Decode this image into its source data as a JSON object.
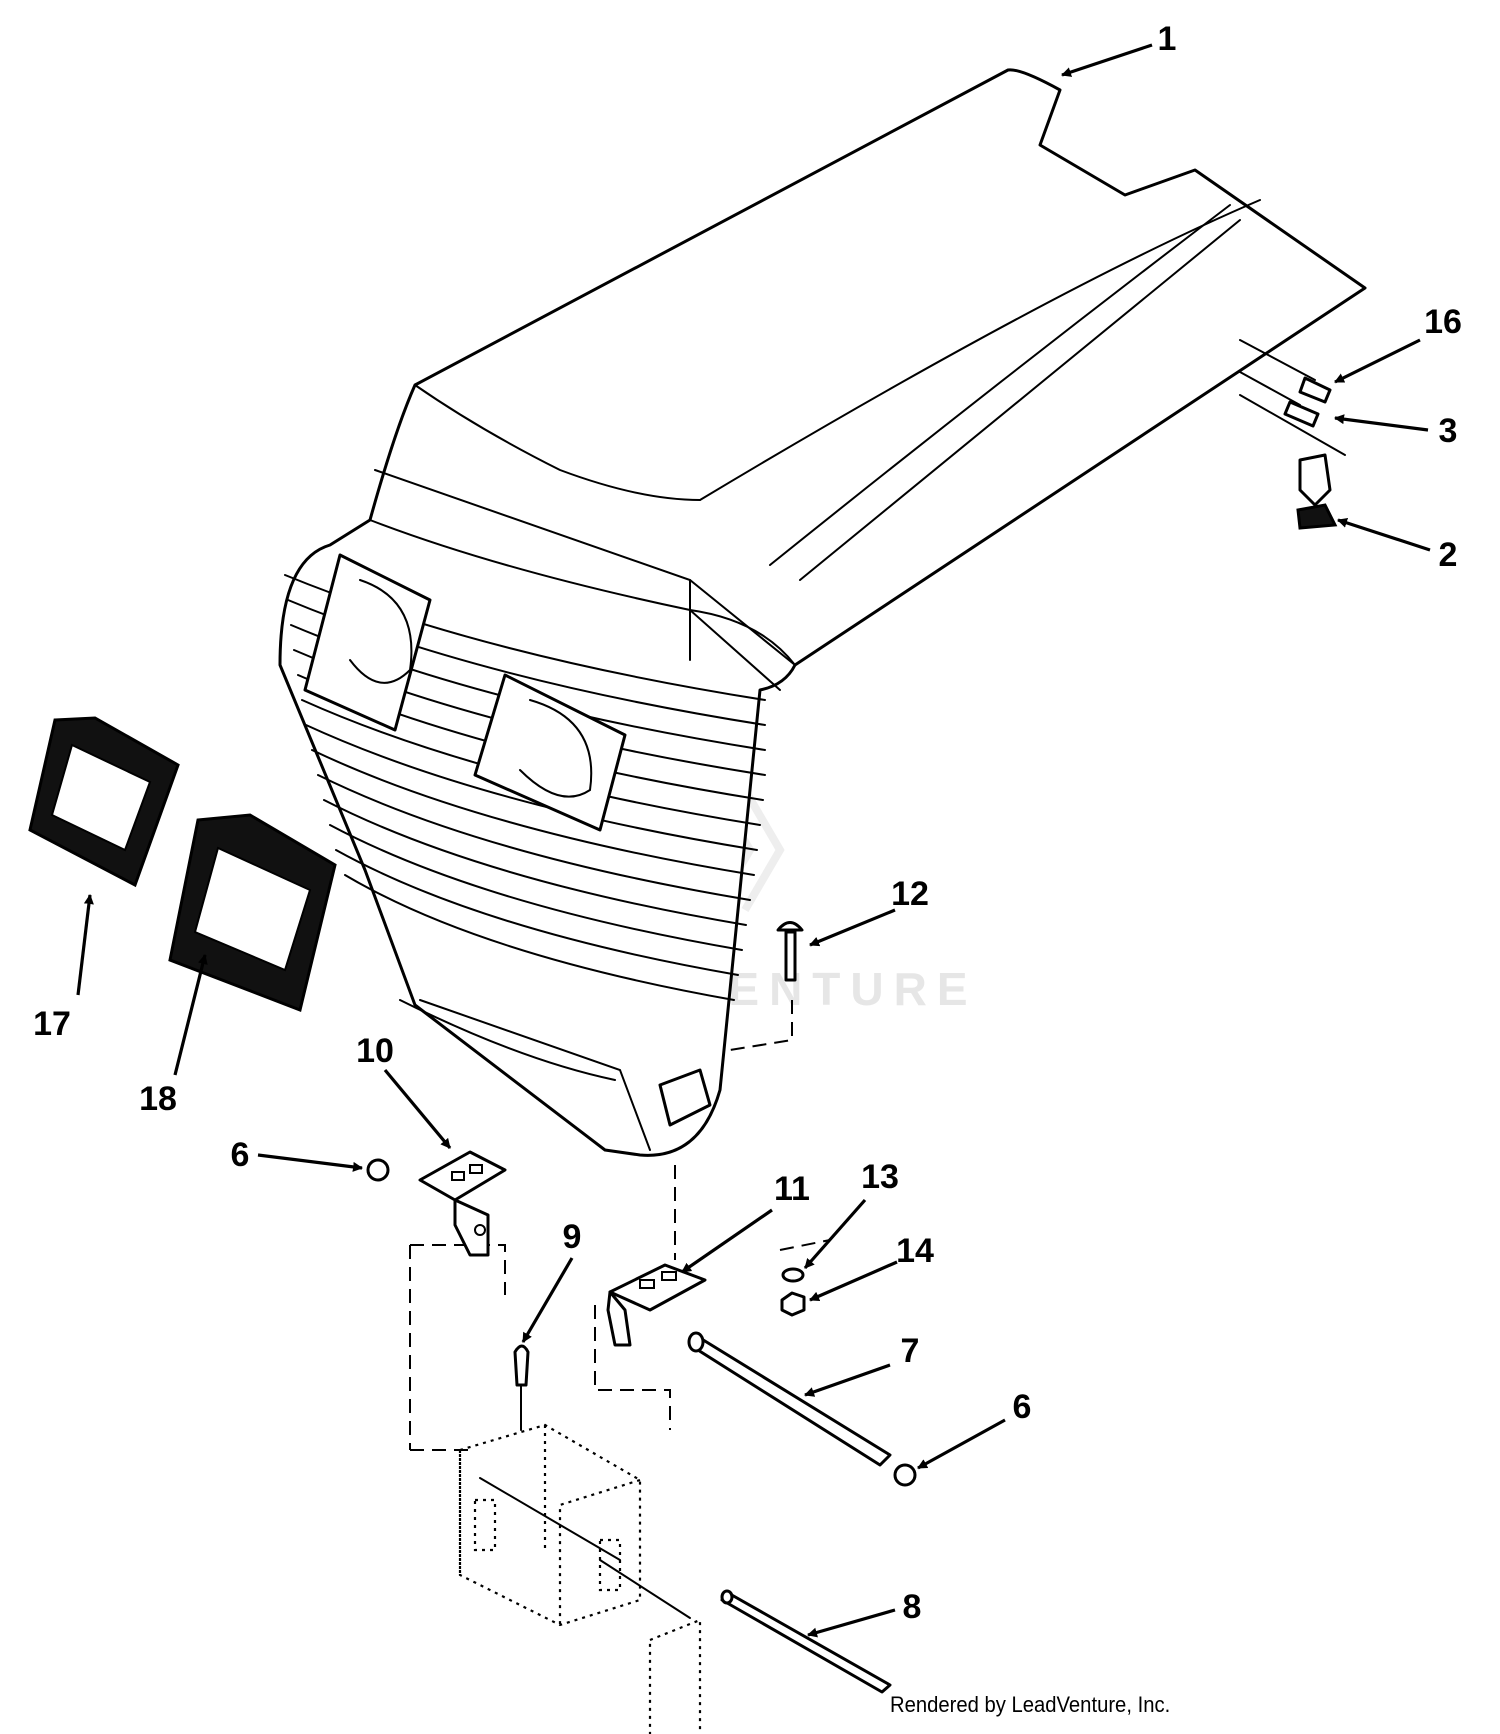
{
  "diagram": {
    "watermark": "LEADVENTURE",
    "credit": "Rendered by LeadVenture, Inc.",
    "callouts": {
      "c1": "1",
      "c2": "2",
      "c3": "3",
      "c6a": "6",
      "c6b": "6",
      "c7": "7",
      "c8": "8",
      "c9": "9",
      "c10": "10",
      "c11": "11",
      "c12": "12",
      "c13": "13",
      "c14": "14",
      "c16": "16",
      "c17": "17",
      "c18": "18"
    },
    "parts": [
      {
        "ref": "1",
        "name": "hood"
      },
      {
        "ref": "2",
        "name": "latch"
      },
      {
        "ref": "3",
        "name": "pin"
      },
      {
        "ref": "6",
        "name": "retaining-ring"
      },
      {
        "ref": "7",
        "name": "hinge-rod"
      },
      {
        "ref": "8",
        "name": "pivot-rod"
      },
      {
        "ref": "9",
        "name": "cotter-pin"
      },
      {
        "ref": "10",
        "name": "left-hinge-bracket"
      },
      {
        "ref": "11",
        "name": "right-hinge-bracket"
      },
      {
        "ref": "12",
        "name": "carriage-bolt"
      },
      {
        "ref": "13",
        "name": "washer"
      },
      {
        "ref": "14",
        "name": "nut"
      },
      {
        "ref": "16",
        "name": "pin"
      },
      {
        "ref": "17",
        "name": "headlight-lens"
      },
      {
        "ref": "18",
        "name": "headlight-lens"
      }
    ]
  }
}
